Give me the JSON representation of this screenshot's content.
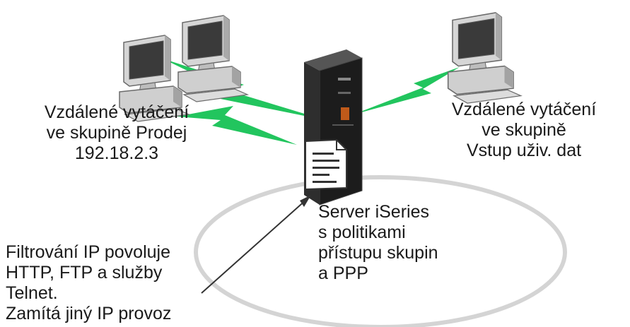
{
  "labels": {
    "sales_group": [
      "Vzdálené vytáčení",
      "ve skupině Prodej",
      "192.18.2.3"
    ],
    "data_entry_group": [
      "Vzdálené vytáčení",
      "ve skupině",
      "Vstup uživ. dat"
    ],
    "server": [
      "Server iSeries",
      "s politikami",
      "přístupu skupin",
      "a PPP"
    ],
    "filter": [
      "Filtrování IP povoluje",
      "HTTP, FTP a služby",
      "Telnet.",
      "Zamítá jiný IP provoz"
    ]
  },
  "icons": [
    "computer-icon",
    "server-tower-icon",
    "document-icon",
    "lightning-link-icon"
  ],
  "colors": {
    "link": "#22c55e",
    "ellipse": "#d4d4d4",
    "server": "#1c1c1c",
    "computer": "#c9c9c9"
  }
}
